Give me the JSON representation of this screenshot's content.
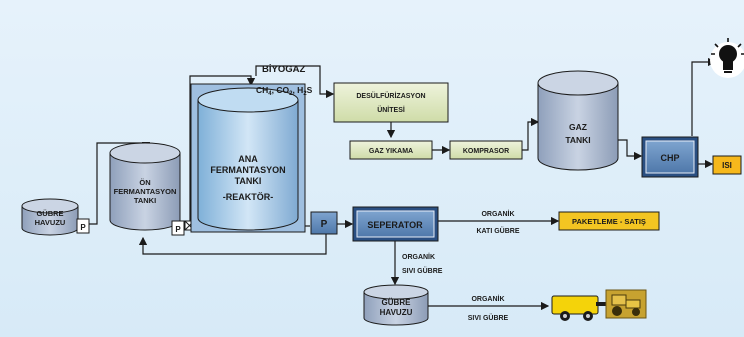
{
  "biogas": {
    "title": "BİYOGAZ",
    "ch4": "CH",
    "ch4_sub": "4",
    "co2": ", CO",
    "co2_sub": "2",
    "h2s": ", H",
    "h2s_sub": "2",
    "h2s_tail": "S"
  },
  "gubre_havuzu_left": {
    "line1": "GÜBRE",
    "line2": "HAVUZU"
  },
  "pump_small_1": "P",
  "pump_small_2": "P",
  "on_fermantasyon": {
    "line1": "ÖN",
    "line2": "FERMANTASYON",
    "line3": "TANKI"
  },
  "ana_fermantasyon": {
    "line1": "ANA",
    "line2": "FERMANTASYON",
    "line3": "TANKI",
    "line4": "-REAKTÖR-"
  },
  "pump_main": "P",
  "desulfurizasyon": {
    "line1": "DESÜLFÜRİZASYON",
    "line2": "ÜNİTESİ"
  },
  "gaz_yikama": "GAZ YIKAMA",
  "kompresor": "KOMPRASOR",
  "gaz_tanki": {
    "line1": "GAZ",
    "line2": "TANKI"
  },
  "chp": "CHP",
  "isi": "ISI",
  "seperator": "SEPERATOR",
  "organik_kati": {
    "line1": "ORGANİK",
    "line2": "KATI GÜBRE"
  },
  "paketleme": "PAKETLEME - SATIŞ",
  "organik_sivi_1": {
    "line1": "ORGANİK",
    "line2": "SIVI GÜBRE"
  },
  "gubre_havuzu_bottom": {
    "line1": "GÜBRE",
    "line2": "HAVUZU"
  },
  "organik_sivi_2": {
    "line1": "ORGANİK",
    "line2": "SIVI GÜBRE"
  },
  "icons": [
    "light-bulb-icon",
    "tractor-icon"
  ],
  "colors": {
    "background": "#dbecf8",
    "tank_fill": "#b7c3d6",
    "process_box": "#dfe8c8",
    "output_box": "#f3c522",
    "isi_box": "#f6b81c",
    "line": "#1b1b1b"
  }
}
